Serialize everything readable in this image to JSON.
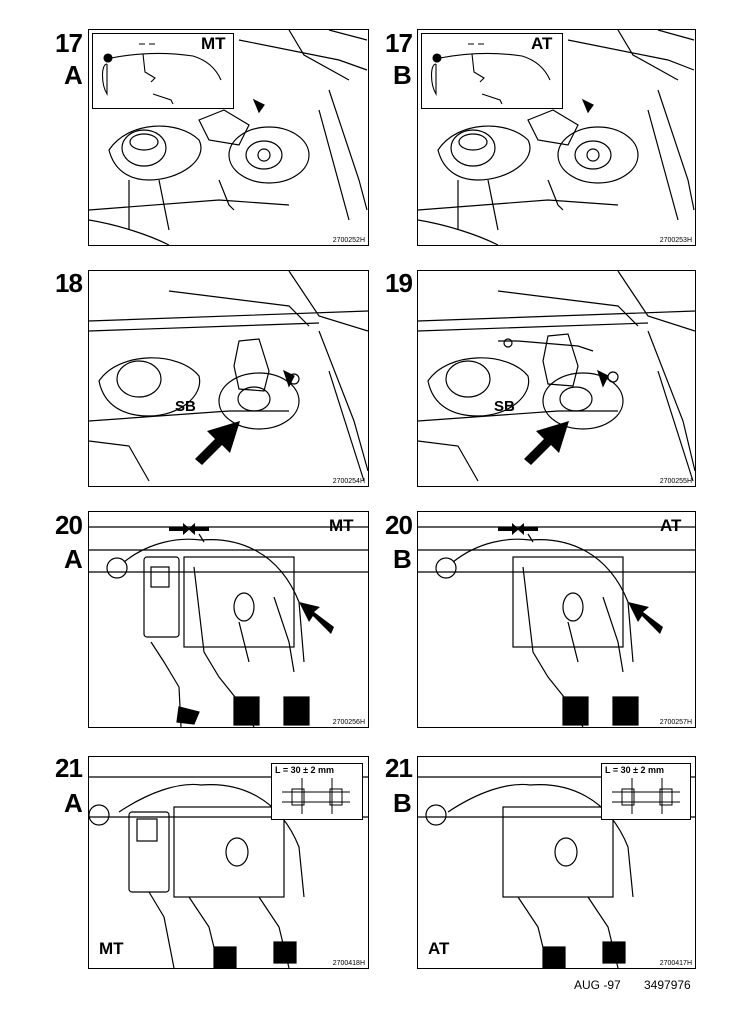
{
  "steps": {
    "s17a": {
      "number": "17",
      "sub": "A",
      "tag": "MT",
      "code": "2700252H"
    },
    "s17b": {
      "number": "17",
      "sub": "B",
      "tag": "AT",
      "code": "2700253H"
    },
    "s18": {
      "number": "18",
      "label": "SB",
      "code": "2700254H"
    },
    "s19": {
      "number": "19",
      "label": "SB",
      "code": "2700255H"
    },
    "s20a": {
      "number": "20",
      "sub": "A",
      "tag": "MT",
      "code": "2700256H"
    },
    "s20b": {
      "number": "20",
      "sub": "B",
      "tag": "AT",
      "code": "2700257H"
    },
    "s21a": {
      "number": "21",
      "sub": "A",
      "tag": "MT",
      "measure": "L = 30 ± 2 mm",
      "code": "2700418H"
    },
    "s21b": {
      "number": "21",
      "sub": "B",
      "tag": "AT",
      "measure": "L = 30 ± 2 mm",
      "code": "2700417H"
    }
  },
  "footer": {
    "date": "AUG -97",
    "doc_number": "3497976"
  }
}
